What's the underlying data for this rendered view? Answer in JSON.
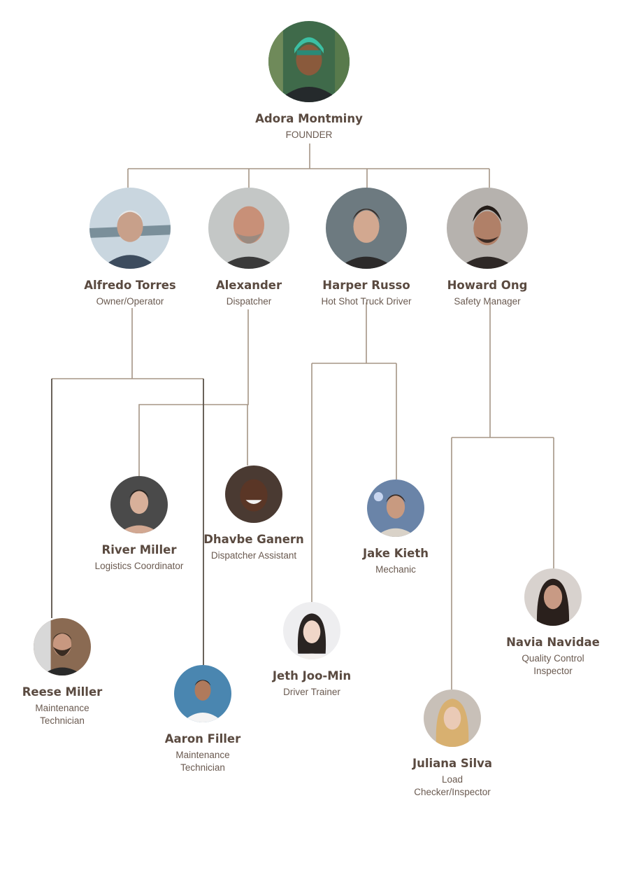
{
  "colors": {
    "connector": "#a59585",
    "connector_dark": "#5a5048",
    "name_text": "#5a4a40",
    "role_text": "#6a5a50"
  },
  "people": [
    {
      "id": "adora",
      "name": "Adora Montminy",
      "role": "FOUNDER",
      "avatar_icon": "person-photo-icon"
    },
    {
      "id": "alfredo",
      "name": "Alfredo Torres",
      "role": "Owner/Operator",
      "avatar_icon": "person-photo-icon"
    },
    {
      "id": "alexander",
      "name": "Alexander",
      "role": "Dispatcher",
      "avatar_icon": "person-photo-icon"
    },
    {
      "id": "harper",
      "name": "Harper Russo",
      "role": "Hot Shot Truck Driver",
      "avatar_icon": "person-photo-icon"
    },
    {
      "id": "howard",
      "name": "Howard Ong",
      "role": "Safety Manager",
      "avatar_icon": "person-photo-icon"
    },
    {
      "id": "river",
      "name": "River Miller",
      "role": "Logistics Coordinator",
      "avatar_icon": "person-photo-icon"
    },
    {
      "id": "dhavbe",
      "name": "Dhavbe Ganern",
      "role": "Dispatcher Assistant",
      "avatar_icon": "person-photo-icon"
    },
    {
      "id": "jake",
      "name": "Jake Kieth",
      "role": "Mechanic",
      "avatar_icon": "person-photo-icon"
    },
    {
      "id": "navia",
      "name": "Navia Navidae",
      "role": "Quality Control\nInspector",
      "avatar_icon": "person-photo-icon"
    },
    {
      "id": "reese",
      "name": "Reese Miller",
      "role": "Maintenance\nTechnician",
      "avatar_icon": "person-photo-icon"
    },
    {
      "id": "jeth",
      "name": "Jeth Joo-Min",
      "role": "Driver Trainer",
      "avatar_icon": "person-photo-icon"
    },
    {
      "id": "aaron",
      "name": "Aaron Filler",
      "role": "Maintenance\nTechnician",
      "avatar_icon": "person-photo-icon"
    },
    {
      "id": "juliana",
      "name": "Juliana Silva",
      "role": "Load\nChecker/Inspector",
      "avatar_icon": "person-photo-icon"
    }
  ]
}
